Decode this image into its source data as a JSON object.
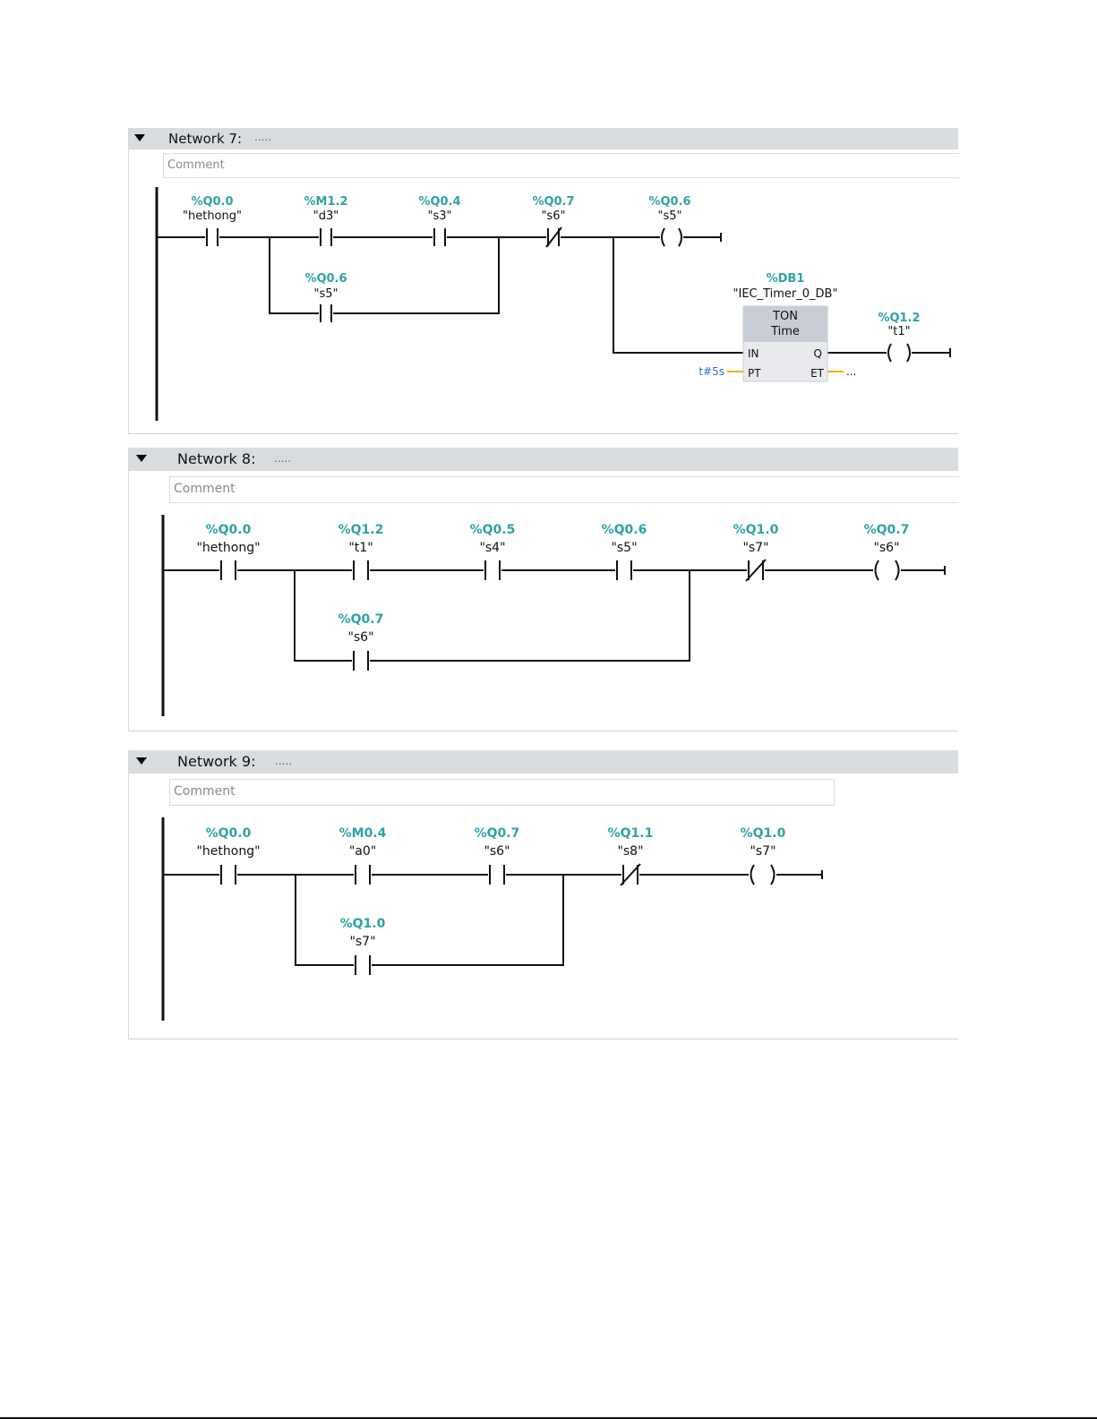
{
  "networks": [
    {
      "title": "Network 7:",
      "dots": ".....",
      "comment_placeholder": "Comment",
      "contacts": [
        {
          "address": "%Q0.0",
          "tag": "\"hethong\"",
          "type": "NO"
        },
        {
          "address": "%M1.2",
          "tag": "\"d3\"",
          "type": "NO"
        },
        {
          "address": "%Q0.4",
          "tag": "\"s3\"",
          "type": "NO"
        },
        {
          "address": "%Q0.7",
          "tag": "\"s6\"",
          "type": "NC"
        },
        {
          "address": "%Q0.6",
          "tag": "\"s5\"",
          "type": "coil"
        },
        {
          "address": "%Q0.6",
          "tag": "\"s5\"",
          "type": "NO-branch"
        },
        {
          "address": "%Q1.2",
          "tag": "\"t1\"",
          "type": "coil"
        }
      ],
      "timer": {
        "instance_address": "%DB1",
        "instance_tag": "\"IEC_Timer_0_DB\"",
        "type": "TON",
        "subtype": "Time",
        "pin_in": "IN",
        "pin_pt": "PT",
        "pin_q": "Q",
        "pin_et": "ET",
        "pt_value": "t#5s",
        "et_value": "..."
      }
    },
    {
      "title": "Network 8:",
      "dots": ".....",
      "comment_placeholder": "Comment",
      "contacts": [
        {
          "address": "%Q0.0",
          "tag": "\"hethong\"",
          "type": "NO"
        },
        {
          "address": "%Q1.2",
          "tag": "\"t1\"",
          "type": "NO"
        },
        {
          "address": "%Q0.5",
          "tag": "\"s4\"",
          "type": "NO"
        },
        {
          "address": "%Q0.6",
          "tag": "\"s5\"",
          "type": "NO"
        },
        {
          "address": "%Q1.0",
          "tag": "\"s7\"",
          "type": "NC"
        },
        {
          "address": "%Q0.7",
          "tag": "\"s6\"",
          "type": "coil"
        },
        {
          "address": "%Q0.7",
          "tag": "\"s6\"",
          "type": "NO-branch"
        }
      ]
    },
    {
      "title": "Network 9:",
      "dots": ".....",
      "comment_placeholder": "Comment",
      "contacts": [
        {
          "address": "%Q0.0",
          "tag": "\"hethong\"",
          "type": "NO"
        },
        {
          "address": "%M0.4",
          "tag": "\"a0\"",
          "type": "NO"
        },
        {
          "address": "%Q0.7",
          "tag": "\"s6\"",
          "type": "NO"
        },
        {
          "address": "%Q1.1",
          "tag": "\"s8\"",
          "type": "NC"
        },
        {
          "address": "%Q1.0",
          "tag": "\"s7\"",
          "type": "coil"
        },
        {
          "address": "%Q1.0",
          "tag": "\"s7\"",
          "type": "NO-branch"
        }
      ]
    }
  ],
  "colors": {
    "address": "#2ea3a3",
    "header": "#d9dcdf",
    "timer_head": "#c9ced6",
    "timer_body": "#e8eaee",
    "pt_value": "#2e6fc8",
    "pin_wire": "#f0b400"
  }
}
